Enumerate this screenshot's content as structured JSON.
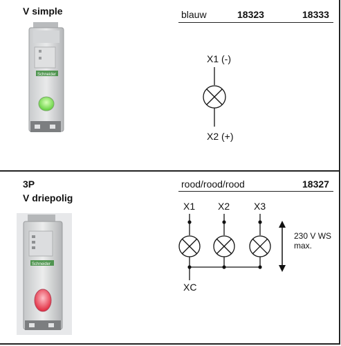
{
  "sections": [
    {
      "title": "V simple",
      "header": {
        "color": "blauw",
        "ref1": "18323",
        "ref2": "18333"
      },
      "diagram": {
        "top_label": "X1 (-)",
        "bottom_label": "X2 (+)"
      },
      "device": {
        "logo": "Schneider",
        "lamp_color": "#5fcf3a"
      }
    },
    {
      "code": "3P",
      "title": "V driepolig",
      "header": {
        "color": "rood/rood/rood",
        "ref1": "18327"
      },
      "diagram": {
        "inputs": [
          "X1",
          "X2",
          "X3"
        ],
        "common": "XC",
        "voltage": "230 V WS",
        "voltage_note": "max."
      },
      "device": {
        "logo": "Schneider",
        "lamp_color": "#e0283c"
      }
    }
  ]
}
